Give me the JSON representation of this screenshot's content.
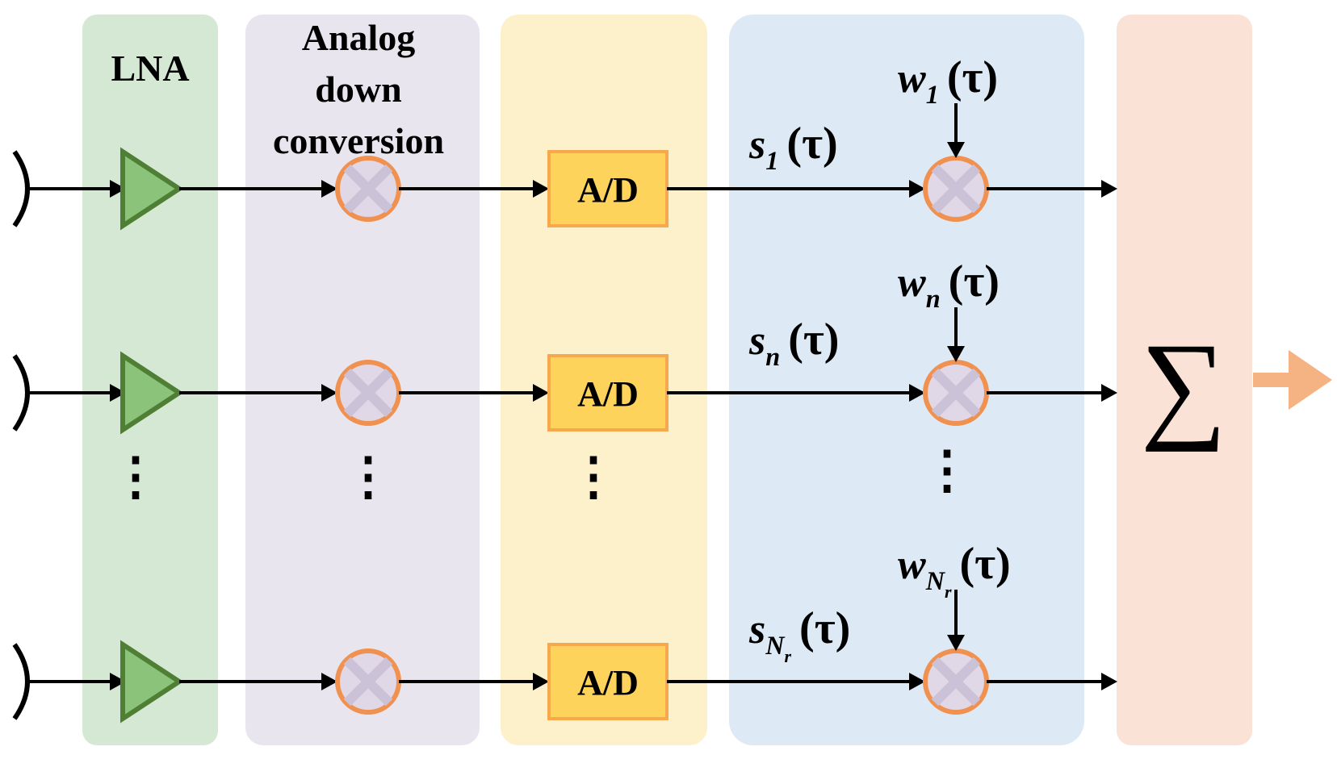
{
  "stages": {
    "lna": {
      "label": "LNA",
      "color": "#d5e8d4"
    },
    "downconversion": {
      "label_lines": [
        "Analog",
        "down",
        "conversion"
      ],
      "color": "#e8e5ef"
    },
    "adc": {
      "color": "#fdf1cc"
    },
    "weighting": {
      "color": "#dde9f5"
    },
    "summation": {
      "symbol": "∑",
      "color": "#fbe2d6"
    }
  },
  "channels": [
    {
      "adc_label": "A/D",
      "signal": {
        "base": "s",
        "sub": "1",
        "subsub": "",
        "arg": "(τ)"
      },
      "weight": {
        "base": "w",
        "sub": "1",
        "subsub": "",
        "arg": "(τ)"
      }
    },
    {
      "adc_label": "A/D",
      "signal": {
        "base": "s",
        "sub": "n",
        "subsub": "",
        "arg": "(τ)"
      },
      "weight": {
        "base": "w",
        "sub": "n",
        "subsub": "",
        "arg": "(τ)"
      }
    },
    {
      "adc_label": "A/D",
      "signal": {
        "base": "s",
        "sub": "N",
        "subsub": "r",
        "arg": "(τ)"
      },
      "weight": {
        "base": "w",
        "sub": "N",
        "subsub": "r",
        "arg": "(τ)"
      }
    }
  ],
  "ellipsis": "⋮",
  "colors": {
    "amp_fill": "#8bc37b",
    "amp_stroke": "#4e7f35",
    "mixer_stroke": "#f0914f",
    "mixer_fill": "#e0d8e6",
    "mixer_cross": "#ccc2d8",
    "adc_fill": "#fdd35c",
    "adc_stroke": "#f7a84d",
    "output_arrow": "#f5b383",
    "line": "#000000"
  }
}
